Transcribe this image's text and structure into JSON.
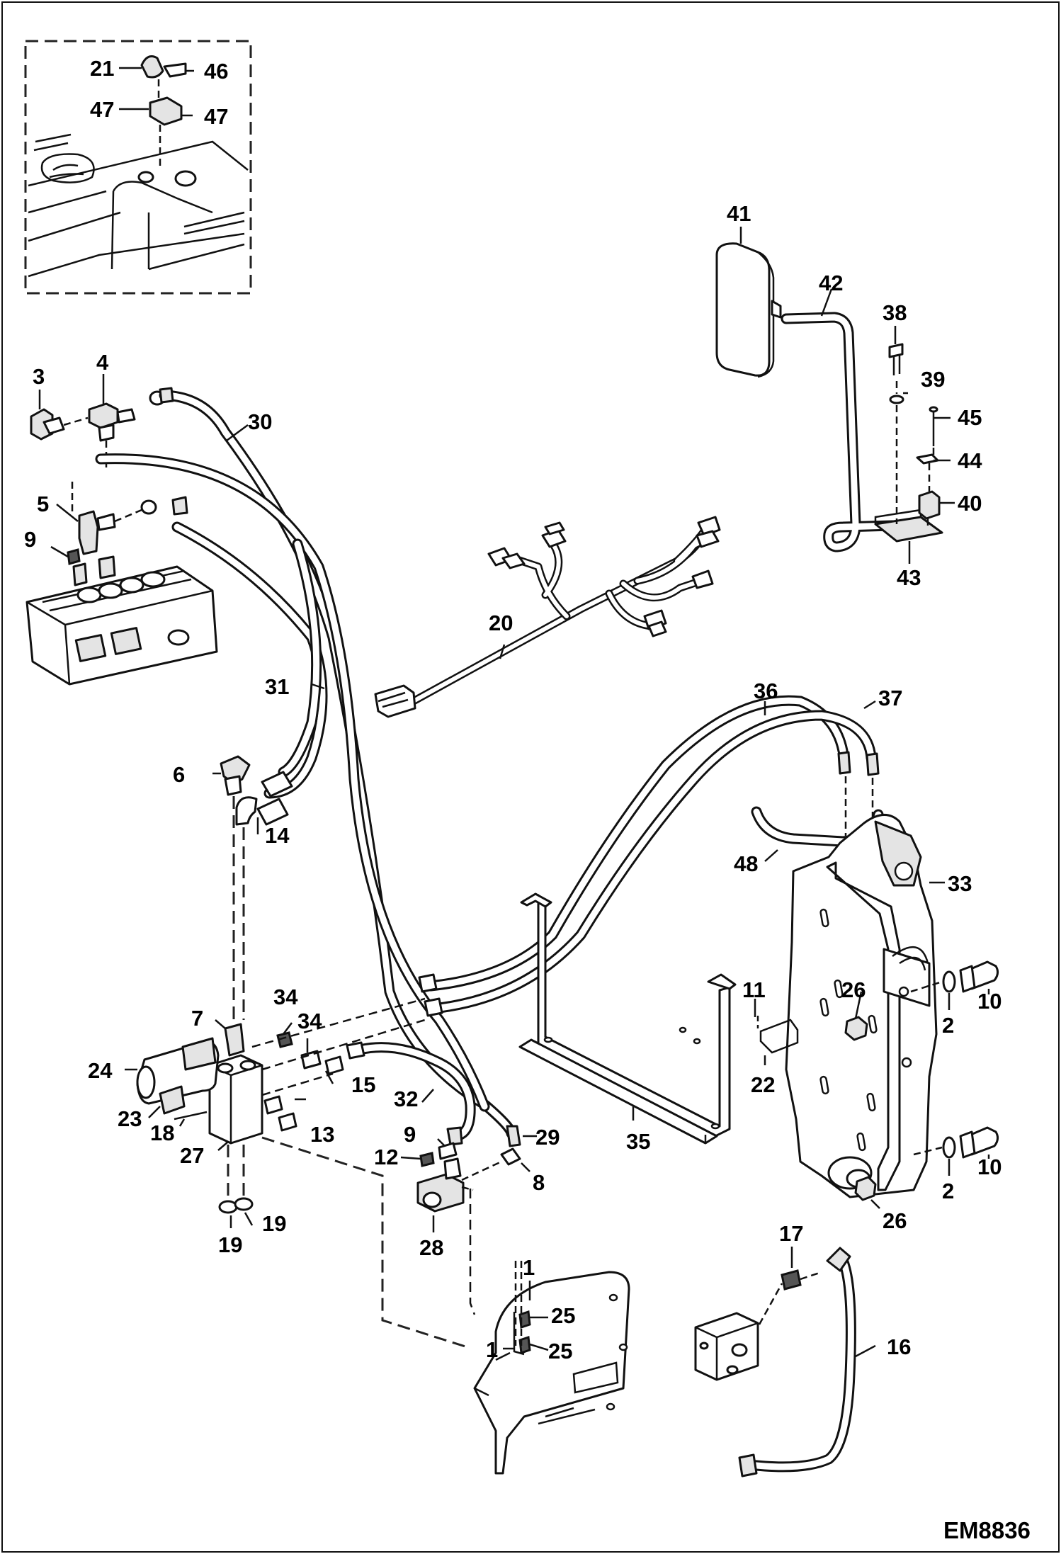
{
  "reference_code": "EM8836",
  "callouts": {
    "c1": "1",
    "c2": "2",
    "c3": "3",
    "c4": "4",
    "c5": "5",
    "c6": "6",
    "c7": "7",
    "c8": "8",
    "c9": "9",
    "c10": "10",
    "c11": "11",
    "c12": "12",
    "c13": "13",
    "c14": "14",
    "c15": "15",
    "c16": "16",
    "c17": "17",
    "c18": "18",
    "c19": "19",
    "c20": "20",
    "c21": "21",
    "c22": "22",
    "c23": "23",
    "c24": "24",
    "c25": "25",
    "c26": "26",
    "c27": "27",
    "c28": "28",
    "c29": "29",
    "c30": "30",
    "c31": "31",
    "c32": "32",
    "c33": "33",
    "c34": "34",
    "c35": "35",
    "c36": "36",
    "c37": "37",
    "c38": "38",
    "c39": "39",
    "c40": "40",
    "c41": "41",
    "c42": "42",
    "c43": "43",
    "c44": "44",
    "c45": "45",
    "c46": "46",
    "c47": "47",
    "c48": "48"
  }
}
